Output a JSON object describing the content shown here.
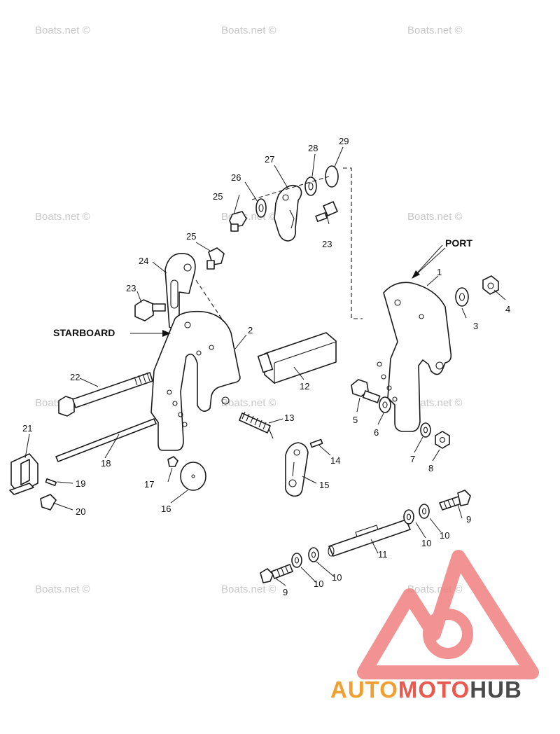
{
  "labels": {
    "port": "PORT",
    "starboard": "STARBOARD"
  },
  "part_numbers": {
    "p1": "1",
    "p2": "2",
    "p3": "3",
    "p4": "4",
    "p5": "5",
    "p6": "6",
    "p7": "7",
    "p8": "8",
    "p9a": "9",
    "p9b": "9",
    "p10a": "10",
    "p10b": "10",
    "p10c": "10",
    "p10d": "10",
    "p11": "11",
    "p12": "12",
    "p13": "13",
    "p14": "14",
    "p15": "15",
    "p16": "16",
    "p17": "17",
    "p18": "18",
    "p19": "19",
    "p20": "20",
    "p21": "21",
    "p22": "22",
    "p23a": "23",
    "p23b": "23",
    "p24": "24",
    "p25a": "25",
    "p25b": "25",
    "p26": "26",
    "p27": "27",
    "p28": "28",
    "p29": "29"
  },
  "watermark": {
    "text": "Boats.net ©",
    "color": "#c8c8c8"
  },
  "logo": {
    "part1": "AUTO",
    "part2": "MOTO",
    "part3": "HUB",
    "color1": "#f0a030",
    "color2": "#e85a50",
    "color3": "#4a4a4a",
    "mark_color": "#f08080"
  }
}
